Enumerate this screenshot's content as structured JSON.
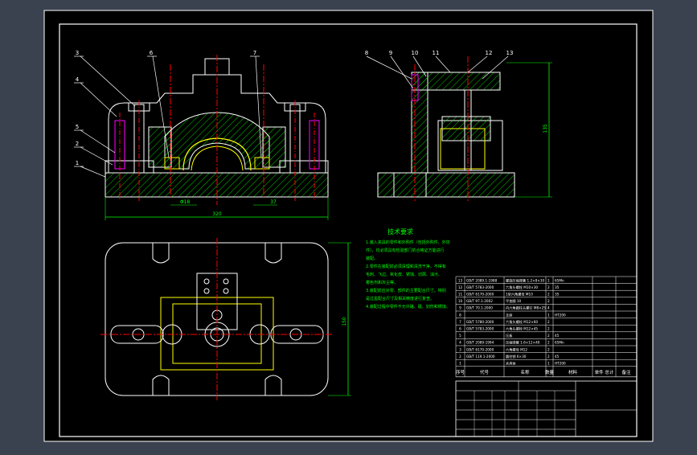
{
  "colors": {
    "background": "#3a4250",
    "sheet": "#000000",
    "frame": "#ffffff",
    "outline": "#ffffff",
    "hidden": "#ffff00",
    "center": "#ff0000",
    "hatch": "#00ff00",
    "dimension": "#00ff00",
    "part": "#ffff00",
    "fastener": "#ff00ff",
    "balloon": "#ffffff",
    "notes": "#00ff00",
    "table": "#ffffff"
  },
  "balloons": {
    "front": [
      "3",
      "4",
      "5",
      "2",
      "1",
      "6",
      "7"
    ],
    "side": [
      "8",
      "9",
      "10",
      "11",
      "12",
      "13"
    ]
  },
  "dimensions": {
    "front_bottom": "320",
    "front_left_small": "Φ18",
    "front_right_small": "37",
    "side_height": "135",
    "top_height": "150"
  },
  "notes": {
    "title": "技术要求",
    "lines": [
      "1.装入夹具的零件和外购件（包括外购件、外协",
      "件），均必须具有检验部门的合格证方能进行",
      "装配。",
      "2.零件在装配前必须清理和清洗干净，不得有",
      "毛刺、飞边、氧化皮、锈蚀、切屑、油污、",
      "着色剂和灰尘等。",
      "3.装配前应对零、部件的主要配合尺寸，特别",
      "是过盈配合尺寸及相关精度进行复查。",
      "4.装配过程中零件不允许磕、碰、划伤和锈蚀。"
    ]
  },
  "bom": {
    "rows": [
      [
        "13",
        "GB/T 2089.1-1988",
        "螺旋压缩弹簧 1.2×8×30",
        "1",
        "65Mn",
        ""
      ],
      [
        "12",
        "GB/T 5783-2000",
        "六角头螺栓 M10×30",
        "2",
        "35",
        ""
      ],
      [
        "11",
        "GB/T 6170-2000",
        "1型六角螺母 M10",
        "2",
        "35",
        ""
      ],
      [
        "10",
        "GB/T 97.1-2002",
        "平垫圈 10",
        "2",
        "",
        ""
      ],
      [
        "9",
        "GB/T 70.1-2000",
        "内六角圆柱头螺钉 M8×25",
        "4",
        "",
        ""
      ],
      [
        "8",
        "",
        "支座",
        "1",
        "HT200",
        ""
      ],
      [
        "7",
        "GB/T 5780-2000",
        "六角头螺栓 M12×60",
        "2",
        "",
        ""
      ],
      [
        "6",
        "GB/T 5783-2000",
        "六角头螺栓 M12×45",
        "2",
        "",
        ""
      ],
      [
        "5",
        "",
        "压板",
        "2",
        "45",
        ""
      ],
      [
        "4",
        "GB/T 2089-1994",
        "压缩弹簧 1.6×12×40",
        "2",
        "65Mn",
        ""
      ],
      [
        "3",
        "GB/T 6170-2000",
        "六角螺母 M12",
        "2",
        "",
        ""
      ],
      [
        "2",
        "GB/T 119.1-2000",
        "圆柱销 6×30",
        "2",
        "45",
        ""
      ],
      [
        "1",
        "",
        "夹具体",
        "1",
        "HT200",
        ""
      ]
    ],
    "header": [
      "序号",
      "代号",
      "名称",
      "数量",
      "材料",
      "单件 总计",
      "备注"
    ]
  }
}
